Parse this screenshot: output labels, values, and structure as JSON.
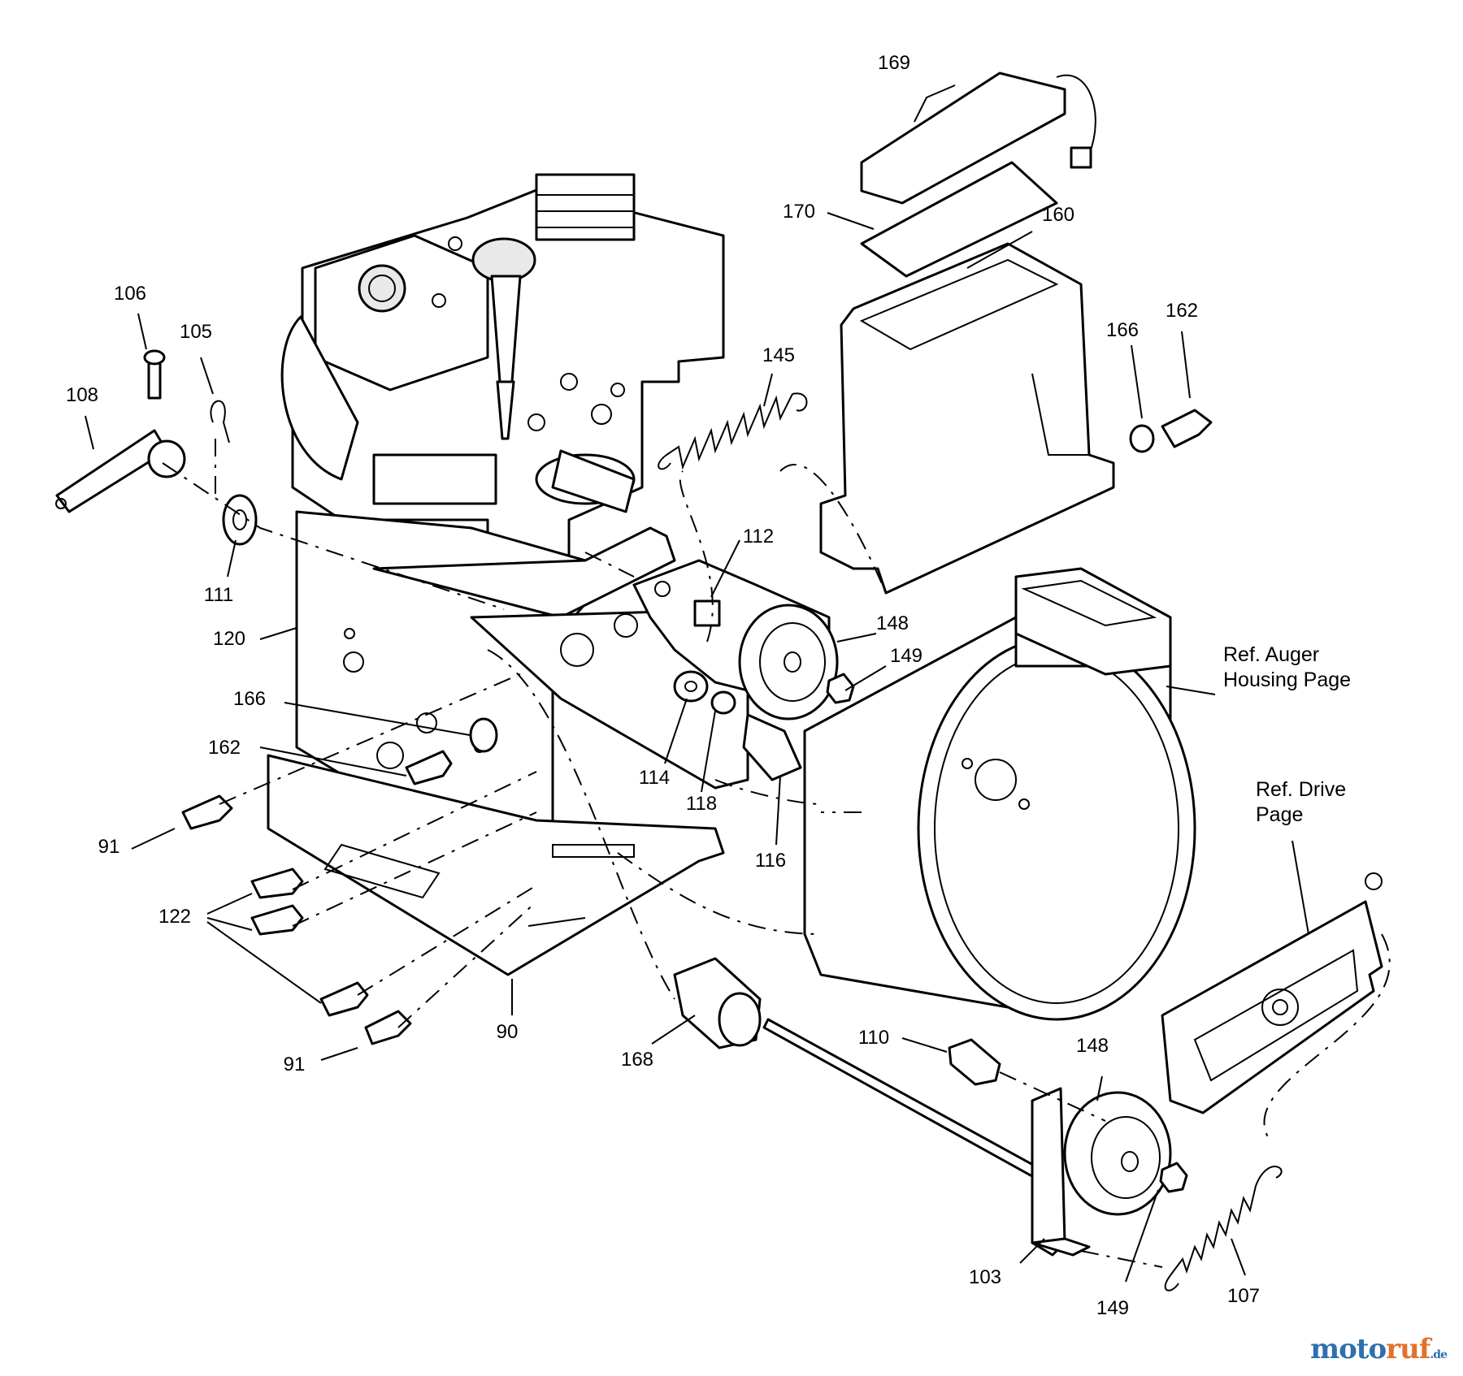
{
  "labels": {
    "l169": "169",
    "l170": "170",
    "l160": "160",
    "l162a": "162",
    "l166a": "166",
    "l106": "106",
    "l105": "105",
    "l108": "108",
    "l145": "145",
    "l111": "111",
    "l112": "112",
    "l148a": "148",
    "l149a": "149",
    "l120": "120",
    "l166b": "166",
    "l162b": "162",
    "l114": "114",
    "l118": "118",
    "l116": "116",
    "l91a": "91",
    "l122": "122",
    "l90": "90",
    "l91b": "91",
    "l168": "168",
    "l110": "110",
    "l148b": "148",
    "l103": "103",
    "l149b": "149",
    "l107": "107"
  },
  "references": {
    "auger_line1": "Ref. Auger",
    "auger_line2": "Housing Page",
    "drive_line1": "Ref. Drive",
    "drive_line2": "Page"
  },
  "watermark": {
    "part1": "moto",
    "part2": "ruf",
    "suffix": ".de"
  },
  "colors": {
    "ink": "#000000",
    "paper": "#ffffff",
    "watermark_blue": "#2f6fb0",
    "watermark_orange": "#e2722b"
  }
}
